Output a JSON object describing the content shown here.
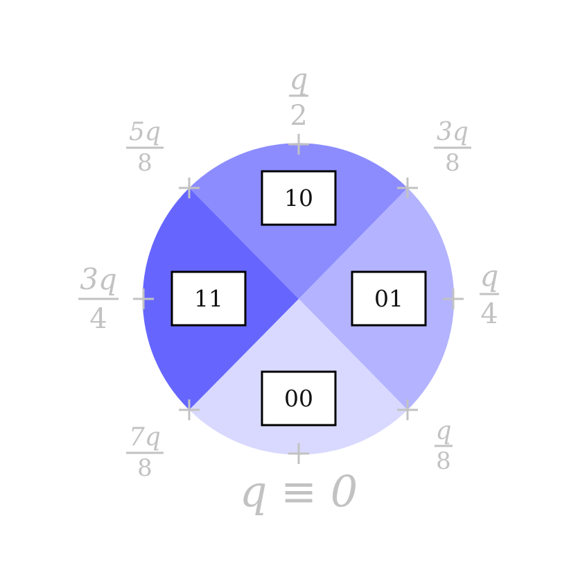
{
  "colors": {
    "sector_10": "#8c8cff",
    "sector_01": "#b3b3ff",
    "sector_00": "#d9d9ff",
    "sector_11": "#6666ff",
    "label_gray": "#c2c2c2",
    "box_fill": "#ffffff",
    "box_border": "#000000"
  },
  "sectors": [
    {
      "code": "10",
      "color_key": "sector_10"
    },
    {
      "code": "01",
      "color_key": "sector_01"
    },
    {
      "code": "00",
      "color_key": "sector_00"
    },
    {
      "code": "11",
      "color_key": "sector_11"
    }
  ],
  "ticks": {
    "q_over_2": {
      "num": "q",
      "den": "2"
    },
    "3q_over_8": {
      "num": "3q",
      "den": "8"
    },
    "q_over_4": {
      "num": "q",
      "den": "4"
    },
    "q_over_8": {
      "num": "q",
      "den": "8"
    },
    "q_equiv_0": {
      "text": "q ≡ 0"
    },
    "7q_over_8": {
      "num": "7q",
      "den": "8"
    },
    "3q_over_4": {
      "num": "3q",
      "den": "4"
    },
    "5q_over_8": {
      "num": "5q",
      "den": "8"
    }
  }
}
